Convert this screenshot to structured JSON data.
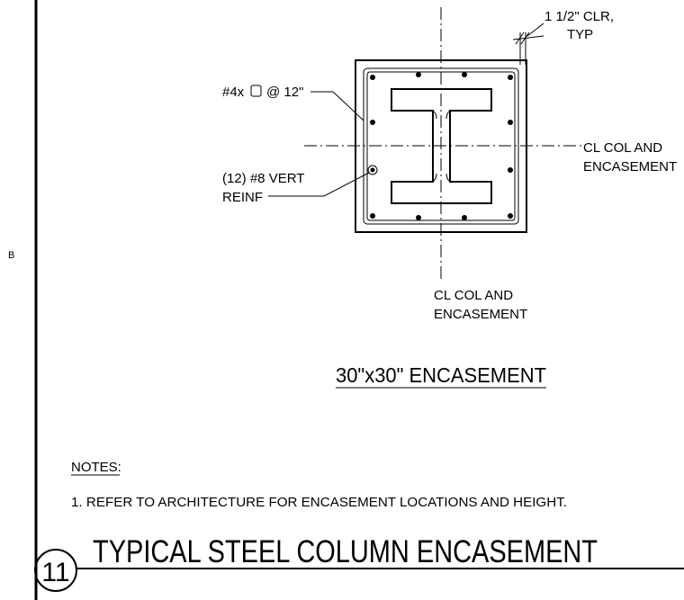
{
  "grid_marker": "B",
  "labels": {
    "clear_cover_line1": "1 1/2\" CLR,",
    "clear_cover_line2": "TYP",
    "ties_prefix": "#4x",
    "ties_suffix": "@ 12\"",
    "vert_reinf_line1": "(12) #8 VERT",
    "vert_reinf_line2": "REINF",
    "centerline_right_line1": "CL COL AND",
    "centerline_right_line2": "ENCASEMENT",
    "centerline_bottom_line1": "CL COL AND",
    "centerline_bottom_line2": "ENCASEMENT"
  },
  "section_title": "30\"x30\" ENCASEMENT",
  "notes": {
    "heading": "NOTES:",
    "items": [
      "1.   REFER TO ARCHITECTURE FOR ENCASEMENT LOCATIONS AND HEIGHT."
    ]
  },
  "detail": {
    "number": "11",
    "title": "TYPICAL STEEL COLUMN ENCASEMENT"
  }
}
